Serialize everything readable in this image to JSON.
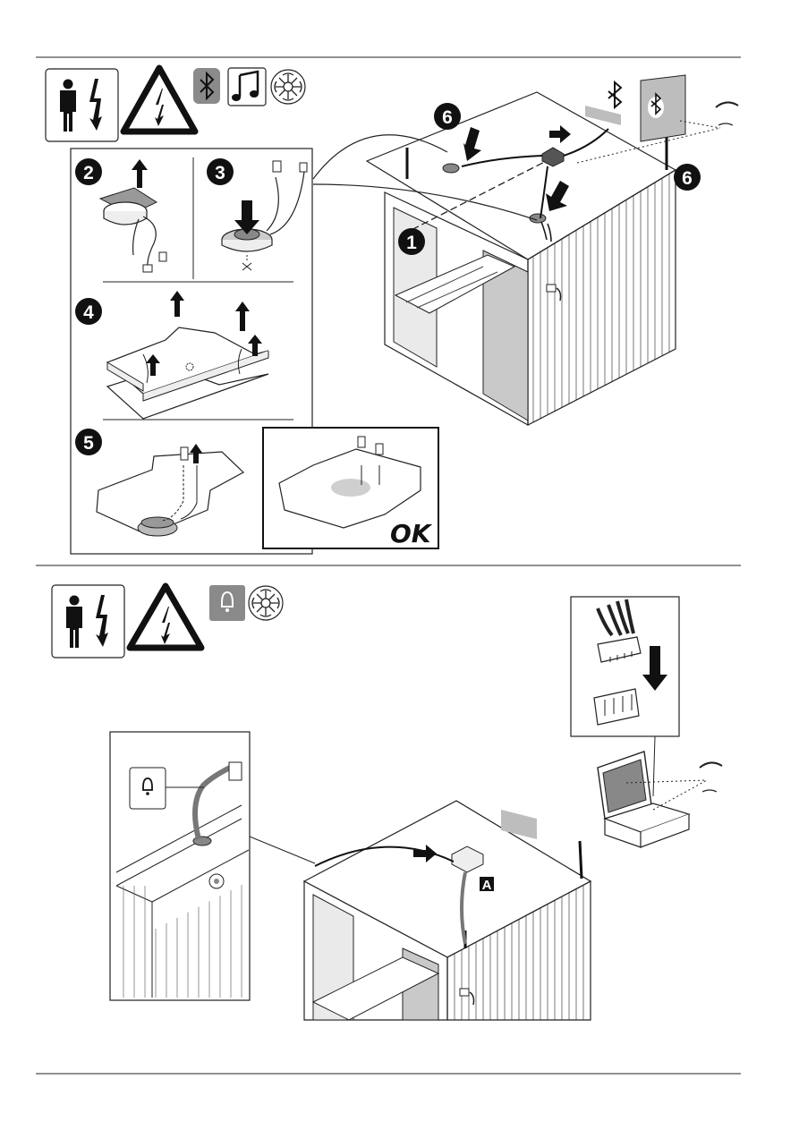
{
  "steps": {
    "s1": "1",
    "s2": "2",
    "s3": "3",
    "s4": "4",
    "s5": "5",
    "s6a": "6",
    "s6b": "6"
  },
  "ok_label": "OK",
  "part_label": "A",
  "icons": {
    "top_row": [
      "electrician-icon",
      "electric-hazard-icon",
      "bluetooth-icon",
      "music-note-icon",
      "ozone-icon"
    ],
    "bottom_row": [
      "electrician-icon",
      "electric-hazard-icon",
      "bell-icon",
      "ozone-icon"
    ]
  },
  "colors": {
    "line": "#1a1a1a",
    "icon_badge": "#8a8a8a",
    "label_grey": "#bdbdbd",
    "glass": "#c9c9c9"
  }
}
